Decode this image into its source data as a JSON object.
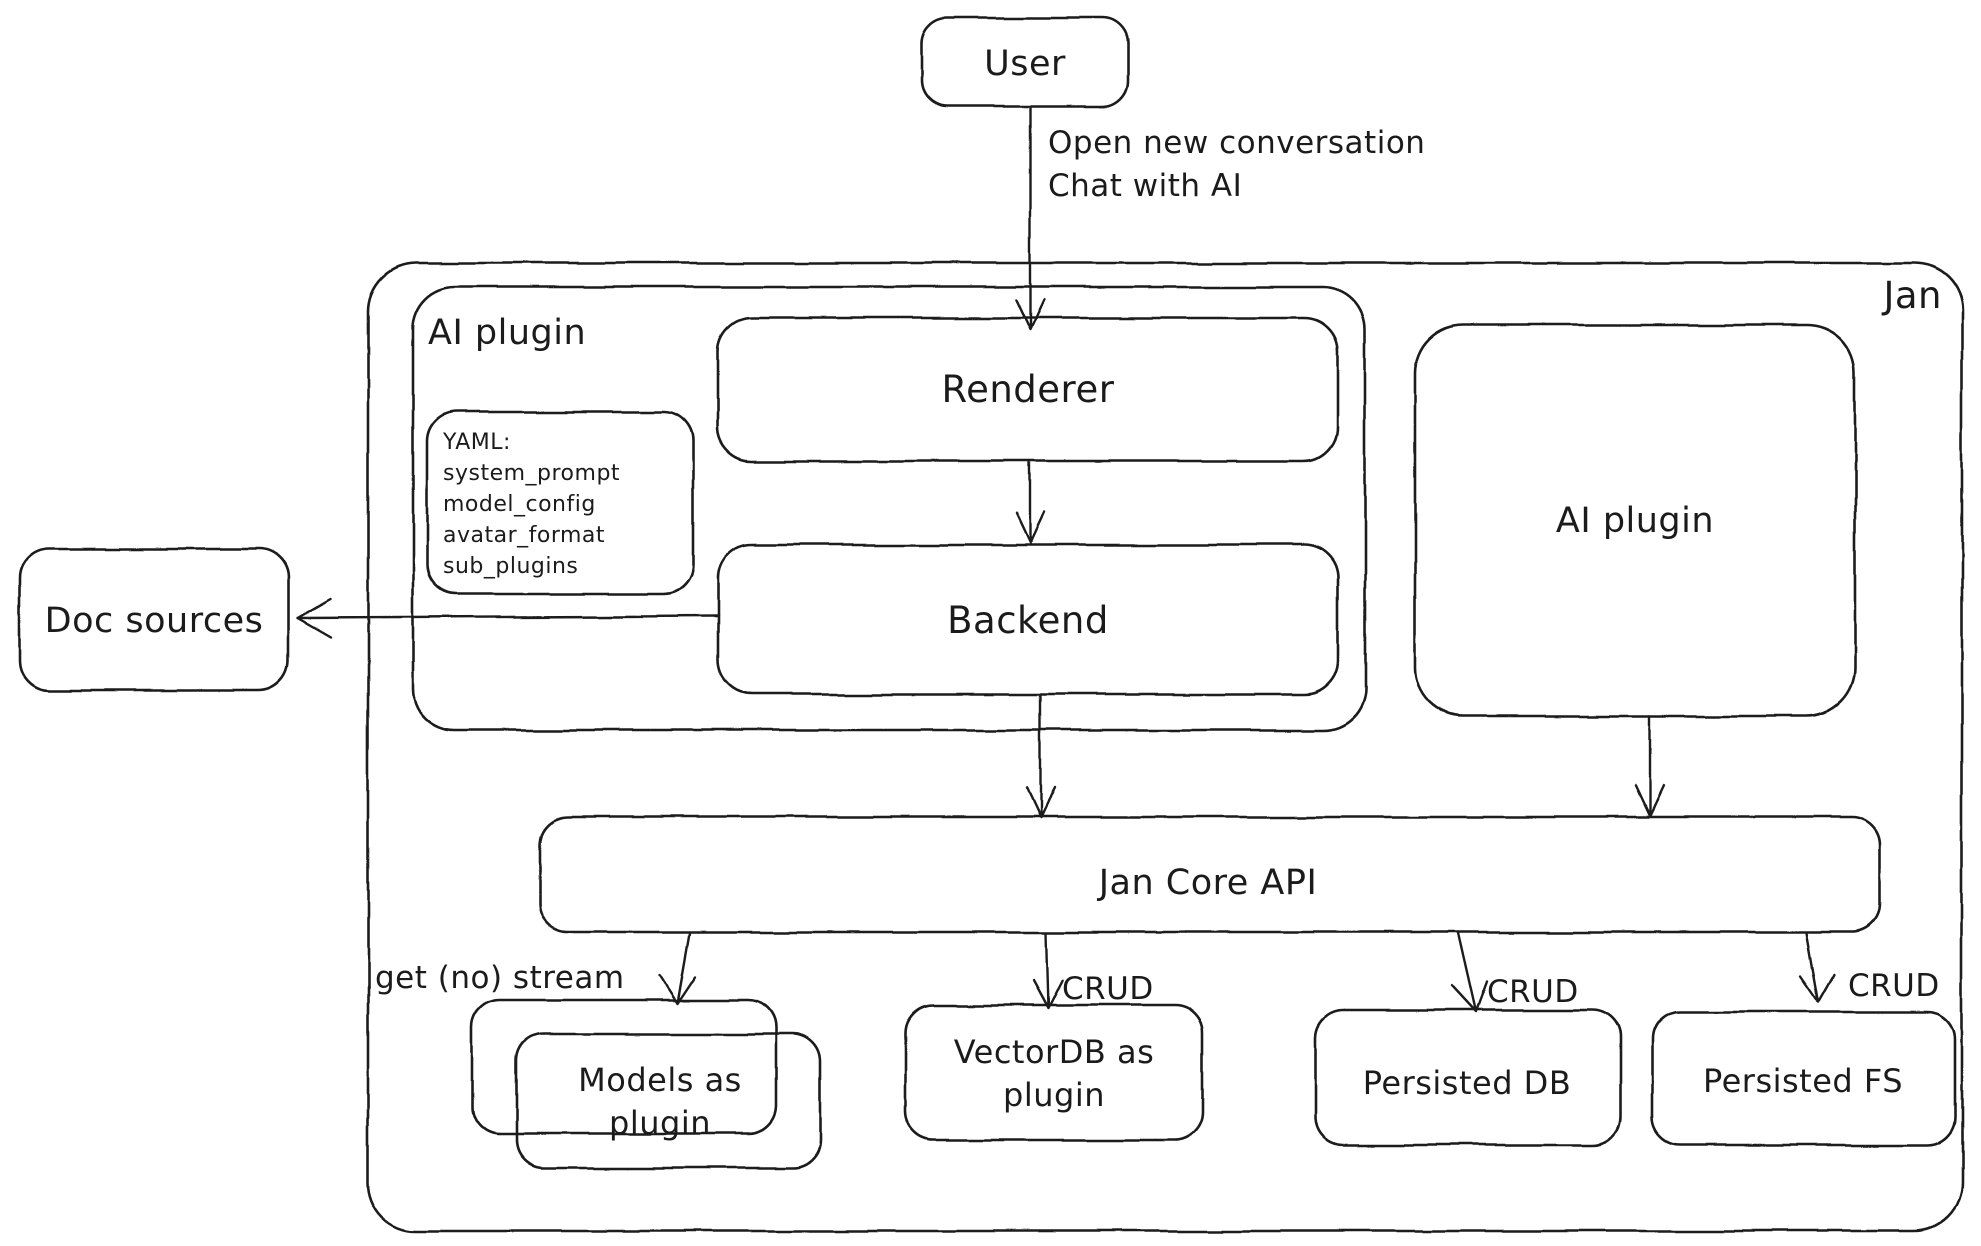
{
  "colors": {
    "background": "#ffffff",
    "stroke": "#1b1b1b"
  },
  "diagram": {
    "containers": {
      "jan": {
        "label": "Jan"
      },
      "ai_plugin": {
        "label": "AI plugin"
      }
    },
    "nodes": {
      "user": {
        "label": "User"
      },
      "renderer": {
        "label": "Renderer"
      },
      "backend": {
        "label": "Backend"
      },
      "yaml_note": {
        "lines": [
          "YAML:",
          "system_prompt",
          "model_config",
          "avatar_format",
          "sub_plugins"
        ]
      },
      "doc_sources": {
        "label": "Doc sources"
      },
      "ai_plugin_right": {
        "label": "AI plugin"
      },
      "jan_core_api": {
        "label": "Jan Core API"
      },
      "models_as_plugin": {
        "lines": [
          "Models as",
          "plugin"
        ]
      },
      "vectordb_as_plugin": {
        "lines": [
          "VectorDB as",
          "plugin"
        ]
      },
      "persisted_db": {
        "label": "Persisted DB"
      },
      "persisted_fs": {
        "label": "Persisted FS"
      }
    },
    "edges": {
      "user_to_renderer": {
        "labels": [
          "Open new conversation",
          "Chat with AI"
        ]
      },
      "core_to_models": {
        "label": "get (no) stream"
      },
      "core_to_vectordb": {
        "label": "CRUD"
      },
      "core_to_persisted_db": {
        "label": "CRUD"
      },
      "core_to_persisted_fs": {
        "label": "CRUD"
      }
    }
  }
}
